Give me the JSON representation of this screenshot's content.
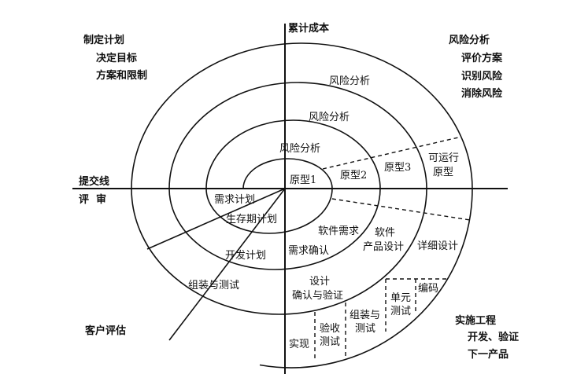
{
  "axis": {
    "vertical_label": "累计成本"
  },
  "quadrants": {
    "top_left": [
      "制定计划",
      "决定目标",
      "方案和限制"
    ],
    "top_right": [
      "风险分析",
      "评价方案",
      "识别风险",
      "消除风险"
    ],
    "left_axis": [
      "提交线",
      "评  审"
    ],
    "bottom_left": "客户评估",
    "bottom_right": [
      "实施工程",
      "开发、验证",
      "下一产品"
    ]
  },
  "risk_labels": [
    "风险分析",
    "风险分析",
    "风险分析"
  ],
  "prototypes": [
    "原型1",
    "原型2",
    "原型3",
    "可运行",
    "原型"
  ],
  "planning": [
    "需求计划",
    "生存期计划",
    "开发计划",
    "组装与测试"
  ],
  "engineering": {
    "software_req": "软件需求",
    "req_confirm": "需求确认",
    "product_design": [
      "软件",
      "产品设计"
    ],
    "detail_design": "详细设计",
    "design_verify": [
      "设计",
      "确认与验证"
    ],
    "implement": "实现",
    "acceptance": [
      "验收",
      "测试"
    ],
    "integration": [
      "组装与",
      "测试"
    ],
    "unit_test": [
      "单元",
      "测试"
    ],
    "coding": "编码"
  }
}
